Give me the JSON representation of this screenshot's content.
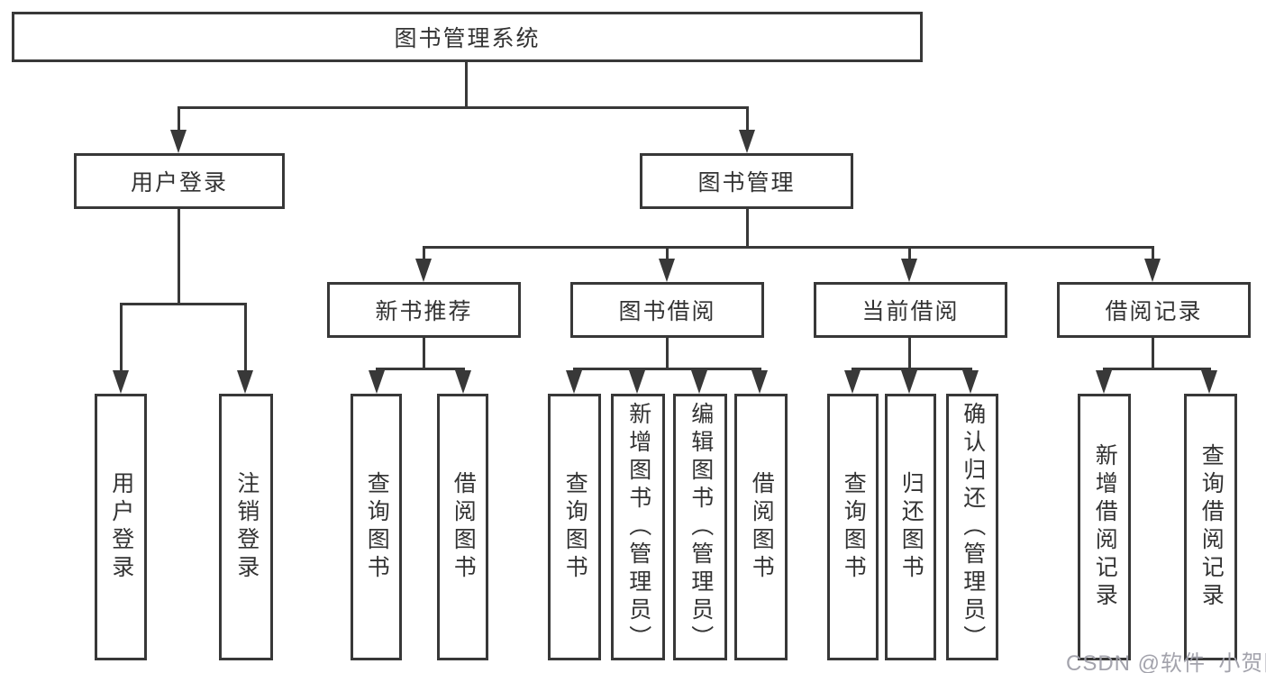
{
  "diagram_type": "functional-structure-tree",
  "tree": {
    "root": {
      "label": "图书管理系统",
      "children": [
        {
          "label": "用户登录",
          "children": [
            {
              "label": "用户登录"
            },
            {
              "label": "注销登录"
            }
          ]
        },
        {
          "label": "图书管理",
          "children": [
            {
              "label": "新书推荐",
              "children": [
                {
                  "label": "查询图书"
                },
                {
                  "label": "借阅图书"
                }
              ]
            },
            {
              "label": "图书借阅",
              "children": [
                {
                  "label": "查询图书"
                },
                {
                  "label": "新增图书（管理员）"
                },
                {
                  "label": "编辑图书（管理员）"
                },
                {
                  "label": "借阅图书"
                }
              ]
            },
            {
              "label": "当前借阅",
              "children": [
                {
                  "label": "查询图书"
                },
                {
                  "label": "归还图书"
                },
                {
                  "label": "确认归还（管理员）"
                }
              ]
            },
            {
              "label": "借阅记录",
              "children": [
                {
                  "label": "新增借阅记录"
                },
                {
                  "label": "查询借阅记录"
                }
              ]
            }
          ]
        }
      ]
    }
  },
  "watermark": {
    "text": "CSDN @软件_小贺同学"
  },
  "colors": {
    "line": "#383838",
    "text": "#333333",
    "background": "#ffffff",
    "watermark": "#9e9ea8"
  }
}
